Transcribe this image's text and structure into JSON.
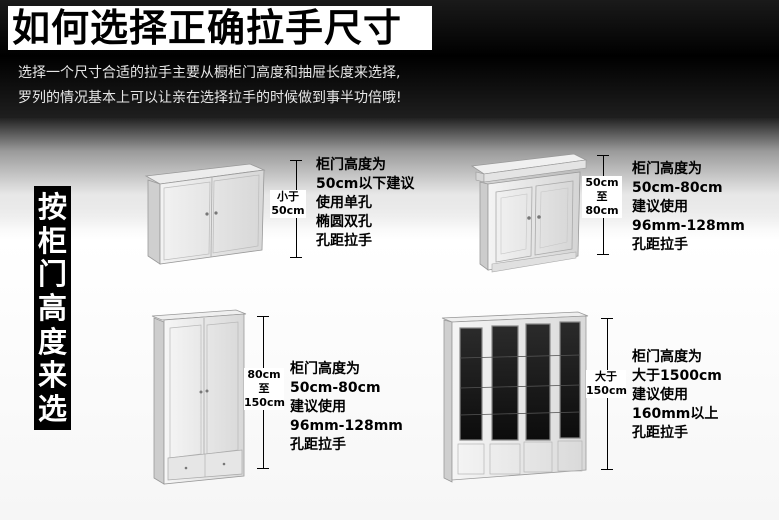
{
  "header": {
    "title": "如何选择正确拉手尺寸",
    "subtitle_line1": "选择一个尺寸合适的拉手主要从橱柜门高度和抽屉长度来选择,",
    "subtitle_line2": "罗列的情况基本上可以让亲在选择拉手的时候做到事半功倍哦!"
  },
  "sidebar": {
    "chars": [
      "按",
      "柜",
      "门",
      "高",
      "度",
      "来",
      "选"
    ]
  },
  "cabinets": [
    {
      "dimension": {
        "line1": "小于",
        "line2": "50cm",
        "line3": ""
      },
      "description": [
        "柜门高度为",
        "50cm以下建议",
        "使用单孔",
        "椭圆双孔",
        "孔距拉手"
      ]
    },
    {
      "dimension": {
        "line1": "50cm",
        "line2": "至",
        "line3": "80cm"
      },
      "description": [
        "柜门高度为",
        "50cm-80cm",
        "建议使用",
        "96mm-128mm",
        "孔距拉手"
      ]
    },
    {
      "dimension": {
        "line1": "80cm",
        "line2": "至",
        "line3": "150cm"
      },
      "description": [
        "柜门高度为",
        "50cm-80cm",
        "建议使用",
        "96mm-128mm",
        "孔距拉手"
      ]
    },
    {
      "dimension": {
        "line1": "大于",
        "line2": "150cm",
        "line3": ""
      },
      "description": [
        "柜门高度为",
        "大于1500cm",
        "建议使用",
        "160mm以上",
        "孔距拉手"
      ]
    }
  ]
}
